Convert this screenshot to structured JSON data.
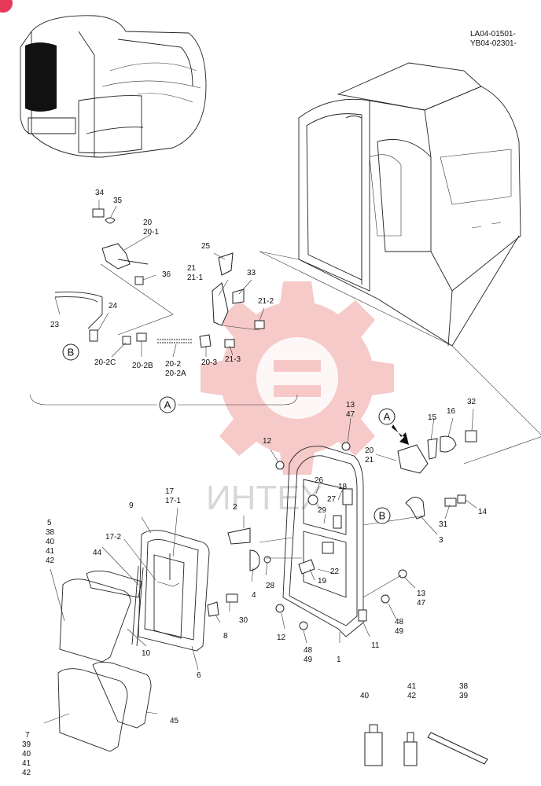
{
  "serials": [
    "LA04-01501-",
    "YB04-02301-"
  ],
  "watermark": {
    "text": "ИНТЕХ",
    "color": "#f0a0a0"
  },
  "callouts": [
    {
      "id": "A",
      "text": "A"
    },
    {
      "id": "A2",
      "text": "A"
    },
    {
      "id": "B",
      "text": "B"
    },
    {
      "id": "B2",
      "text": "B"
    }
  ],
  "labels": {
    "p34": "34",
    "p35": "35",
    "p20": "20",
    "p20_1": "20-1",
    "p36": "36",
    "p25": "25",
    "p21": "21",
    "p21_1": "21-1",
    "p33": "33",
    "p21_2": "21-2",
    "p24": "24",
    "p23": "23",
    "p20_2C": "20-2C",
    "p20_2B": "20-2B",
    "p20_2": "20-2",
    "p20_2A": "20-2A",
    "p20_3": "20-3",
    "p21_3": "21-3",
    "p13a": "13",
    "p47a": "47",
    "p15": "15",
    "p16": "16",
    "p32": "32",
    "p12a": "12",
    "p20b": "20",
    "p21b": "21",
    "p26": "26",
    "p18": "18",
    "p27": "27",
    "p29": "29",
    "p14": "14",
    "p31": "31",
    "p3": "3",
    "p2": "2",
    "p22": "22",
    "p19": "19",
    "p28": "28",
    "p4": "4",
    "p13b": "13",
    "p47b": "47",
    "p48a": "48",
    "p49a": "49",
    "p12b": "12",
    "p48b": "48",
    "p49b": "49",
    "p1": "1",
    "p11": "11",
    "p9": "9",
    "p17": "17",
    "p17_1": "17-1",
    "p17_2": "17-2",
    "p44": "44",
    "p5": "5",
    "p38a": "38",
    "p40a": "40",
    "p41a": "41",
    "p42a": "42",
    "p30": "30",
    "p8": "8",
    "p10": "10",
    "p6": "6",
    "p45": "45",
    "p7": "7",
    "p39a": "39",
    "p40b": "40",
    "p41b": "41",
    "p42b": "42",
    "p40c": "40",
    "p41c": "41",
    "p42c": "42",
    "p38b": "38",
    "p39b": "39"
  }
}
